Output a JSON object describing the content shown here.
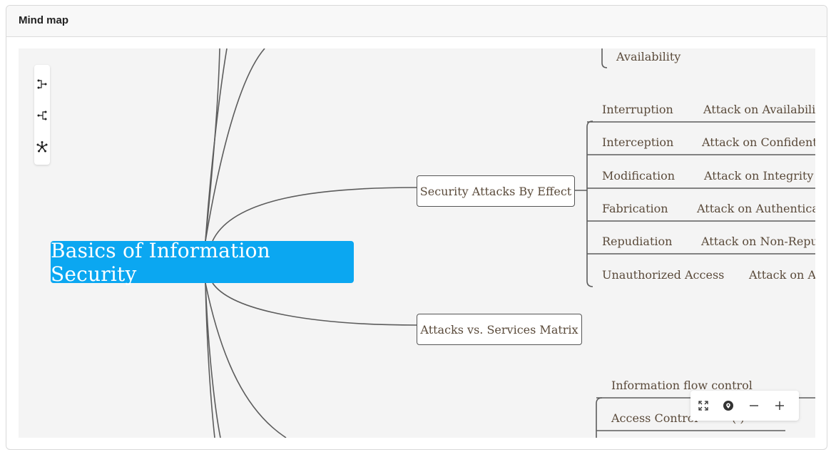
{
  "panel": {
    "title": "Mind map"
  },
  "mindmap": {
    "root": "Basics of Information Security",
    "branches": {
      "attacks_by_effect": "Security Attacks By Effect",
      "attacks_matrix": "Attacks vs. Services Matrix"
    },
    "top_leaf": "Availability",
    "effects": [
      {
        "name": "Interruption",
        "target": "Attack on Availabilit"
      },
      {
        "name": "Interception",
        "target": "Attack on Confidentia"
      },
      {
        "name": "Modification",
        "target": "Attack on Integrity"
      },
      {
        "name": "Fabrication",
        "target": "Attack on Authenticat"
      },
      {
        "name": "Repudiation",
        "target": "Attack on Non-Repud"
      },
      {
        "name": "Unauthorized Access",
        "target": "Attack on Ac"
      }
    ],
    "bottom_leaves": {
      "info_flow": "Information flow control",
      "access_control": "Access Control",
      "access_control_suffix": "(  )"
    }
  },
  "toolbar": {
    "icons": [
      "layout-right-icon",
      "layout-left-icon",
      "layout-radial-icon"
    ]
  },
  "zoom": {
    "icons": [
      "fit-screen-icon",
      "locate-icon",
      "zoom-out-icon",
      "zoom-in-icon"
    ]
  },
  "colors": {
    "root_bg": "#0ba7f1",
    "canvas_bg": "#f4f4f4",
    "link": "#555555",
    "text": "#5a4a3a"
  }
}
